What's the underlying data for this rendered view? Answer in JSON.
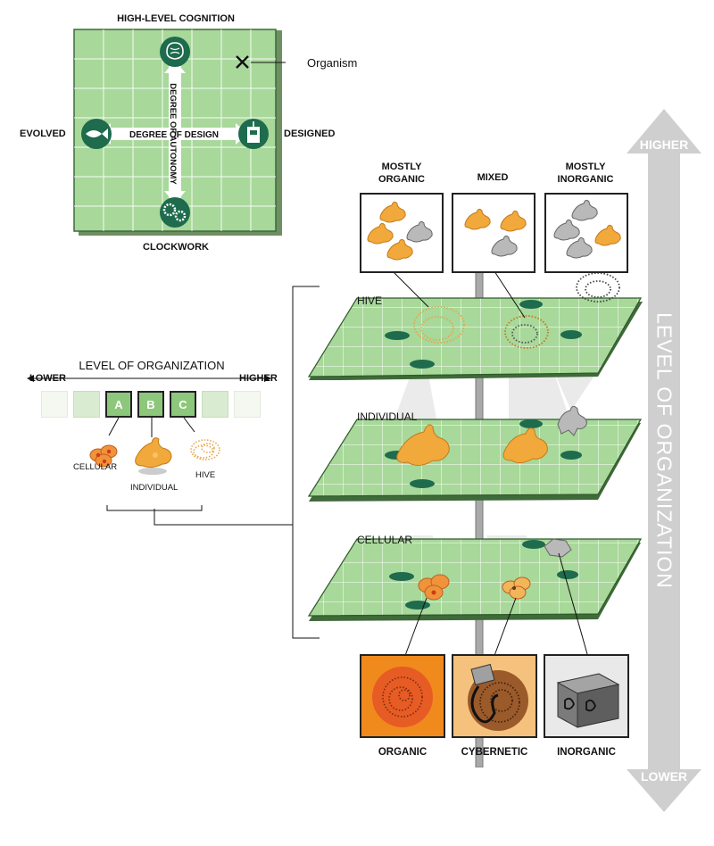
{
  "quadrant": {
    "top_label": "HIGH-LEVEL COGNITION",
    "bottom_label": "CLOCKWORK",
    "left_label": "EVOLVED",
    "right_label": "DESIGNED",
    "horizontal_axis": "DEGREE OF DESIGN",
    "vertical_axis": "DEGREE OF AUTONOMY",
    "marker_label": "Organism",
    "icons": [
      "brain-icon",
      "fish-icon",
      "robot-icon",
      "gears-icon"
    ]
  },
  "organization_scale": {
    "title": "LEVEL OF ORGANIZATION",
    "lower": "LOWER",
    "higher": "HIGHER",
    "boxes": [
      "",
      "",
      "A",
      "B",
      "C",
      "",
      ""
    ],
    "examples": [
      "CELLULAR",
      "INDIVIDUAL",
      "HIVE"
    ]
  },
  "top_categories": [
    "MOSTLY ORGANIC",
    "MIXED",
    "MOSTLY INORGANIC"
  ],
  "layers": [
    "HIVE",
    "INDIVIDUAL",
    "CELLULAR"
  ],
  "bottom_categories": [
    "ORGANIC",
    "CYBERNETIC",
    "INORGANIC"
  ],
  "vertical_arrow": {
    "title": "LEVEL OF ORGANIZATION",
    "higher": "HIGHER",
    "lower": "LOWER"
  },
  "colors": {
    "plane_green": "#a8d89a",
    "icon_green": "#1e6b4d",
    "organic_orange": "#f2a93b",
    "gray": "#cfcfcf"
  }
}
